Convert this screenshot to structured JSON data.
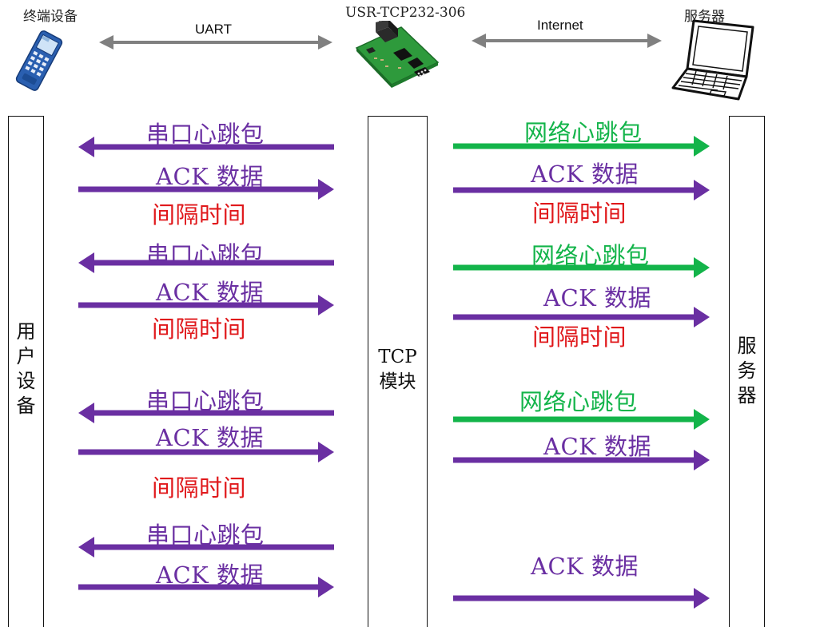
{
  "header": {
    "terminal_label": "终端设备",
    "module_label": "USR-TCP232-306",
    "server_label": "服务器",
    "uart_label": "UART",
    "internet_label": "Internet"
  },
  "lanes": {
    "user_device": [
      "用",
      "户",
      "设",
      "备"
    ],
    "tcp_module": [
      "TCP",
      "模块"
    ],
    "server": [
      "服",
      "务",
      "器"
    ]
  },
  "colors": {
    "purple": "#6a2fa2",
    "green": "#13b44a",
    "red": "#e0181b",
    "gray_arrow": "#808080"
  },
  "left_messages": [
    {
      "text": "串口心跳包",
      "color": "purple"
    },
    {
      "text": "ACK 数据",
      "color": "purple"
    },
    {
      "text": "间隔时间",
      "color": "red"
    },
    {
      "text": "串口心跳包",
      "color": "purple"
    },
    {
      "text": "ACK 数据",
      "color": "purple"
    },
    {
      "text": "间隔时间",
      "color": "red"
    },
    {
      "text": "串口心跳包",
      "color": "purple"
    },
    {
      "text": "ACK 数据",
      "color": "purple"
    },
    {
      "text": "间隔时间",
      "color": "red"
    },
    {
      "text": "串口心跳包",
      "color": "purple"
    },
    {
      "text": "ACK 数据",
      "color": "purple"
    }
  ],
  "right_messages": [
    {
      "text": "网络心跳包",
      "color": "green"
    },
    {
      "text": "ACK 数据",
      "color": "purple"
    },
    {
      "text": "间隔时间",
      "color": "red"
    },
    {
      "text": "网络心跳包",
      "color": "green"
    },
    {
      "text": "ACK 数据",
      "color": "purple"
    },
    {
      "text": "间隔时间",
      "color": "red"
    },
    {
      "text": "网络心跳包",
      "color": "green"
    },
    {
      "text": "ACK 数据",
      "color": "purple"
    },
    {
      "text": "ACK 数据",
      "color": "purple"
    }
  ],
  "left_arrows": [
    {
      "direction": "left",
      "color": "purple"
    },
    {
      "direction": "right",
      "color": "purple"
    },
    {
      "direction": "left",
      "color": "purple"
    },
    {
      "direction": "right",
      "color": "purple"
    },
    {
      "direction": "left",
      "color": "purple"
    },
    {
      "direction": "right",
      "color": "purple"
    },
    {
      "direction": "left",
      "color": "purple"
    },
    {
      "direction": "right",
      "color": "purple"
    }
  ],
  "right_arrows": [
    {
      "direction": "right",
      "color": "green"
    },
    {
      "direction": "right",
      "color": "purple"
    },
    {
      "direction": "right",
      "color": "green"
    },
    {
      "direction": "right",
      "color": "purple"
    },
    {
      "direction": "right",
      "color": "green"
    },
    {
      "direction": "right",
      "color": "purple"
    },
    {
      "direction": "right",
      "color": "purple"
    }
  ]
}
